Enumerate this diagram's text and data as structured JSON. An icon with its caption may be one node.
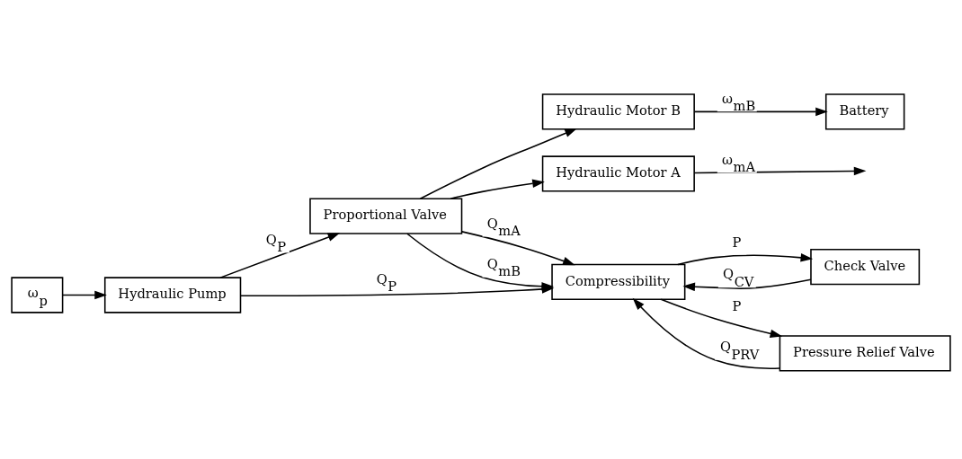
{
  "diagram": {
    "nodes": [
      {
        "text": [
          "ω$_{p}$"
        ]
      },
      {
        "text": [
          "Hydraulic Pump"
        ]
      },
      {
        "text": [
          "Proportional Valve"
        ]
      },
      {
        "text": [
          "Hydraulic Motor B"
        ]
      },
      {
        "text": [
          "Battery"
        ]
      },
      {
        "text": [
          "Hydraulic Motor A"
        ]
      },
      {
        "text": [
          "Compressibility"
        ]
      },
      {
        "text": [
          "Check Valve"
        ]
      },
      {
        "text": [
          "Pressure Relief Valve"
        ]
      }
    ],
    "edges": [
      {
        "from": 0,
        "to": 1,
        "arrow": "to"
      },
      {
        "from": 1,
        "to": 2,
        "arrow": "to",
        "label": "Q$_{P}$"
      },
      {
        "from": 1,
        "to": 6,
        "arrow": "to",
        "label": "Q$_{P}$"
      },
      {
        "from": 2,
        "to": 3,
        "arrow": "to"
      },
      {
        "from": 2,
        "to": 5,
        "arrow": "to"
      },
      {
        "from": 3,
        "to": 4,
        "arrow": "to",
        "label": "ω$_{mB}$"
      },
      {
        "from": 5,
        "to": null,
        "arrow": "to",
        "label": "ω$_{mA}$"
      },
      {
        "from": 2,
        "to": 6,
        "arrow": "to",
        "label": "Q$_{mA}$"
      },
      {
        "from": 2,
        "to": 6,
        "arrow": "to",
        "label": "Q$_{mB}$"
      },
      {
        "from": 6,
        "to": 7,
        "arrow": "to",
        "label": "P"
      },
      {
        "from": 6,
        "to": 8,
        "arrow": "to",
        "label": "P"
      },
      {
        "from": 7,
        "to": 6,
        "arrow": "to",
        "label": "Q$_{CV}$"
      },
      {
        "from": 8,
        "to": 6,
        "arrow": "to",
        "label": "Q$_{PRV}$"
      }
    ]
  }
}
